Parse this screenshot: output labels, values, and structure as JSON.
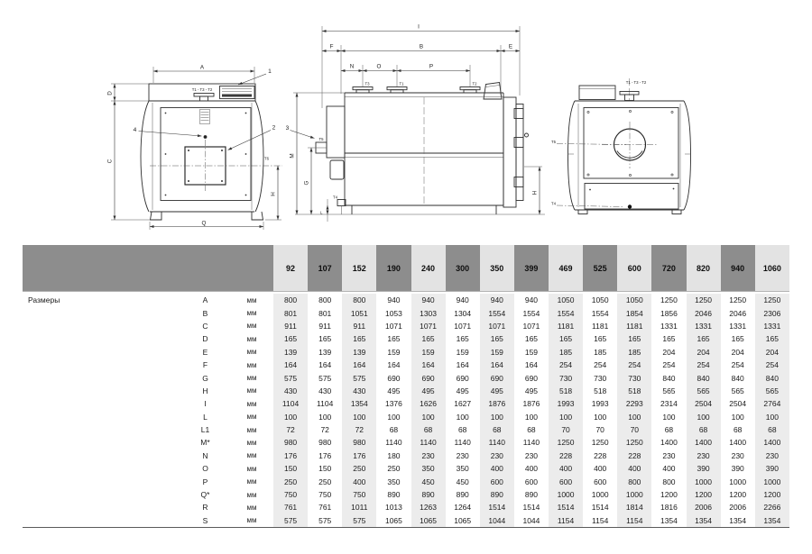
{
  "drawings": {
    "front": {
      "dim_a": "A",
      "callout_1": "1",
      "t_top": "T1 - T3 - T2",
      "dim_d": "D",
      "dim_c": "C",
      "callout_4": "4",
      "callout_2": "2",
      "t6": "T6",
      "dim_h": "H",
      "dim_q": "Q"
    },
    "side": {
      "dim_i": "I",
      "dim_f": "F",
      "dim_b": "B",
      "dim_e": "E",
      "dim_n": "N",
      "dim_o": "O",
      "dim_p": "P",
      "t3": "T3",
      "t1": "T1",
      "t2": "T2",
      "callout_3": "3",
      "t5": "T5",
      "dim_m": "M",
      "dim_g": "G",
      "t4": "T4",
      "dim_l": "L",
      "dim_h": "H"
    },
    "rear": {
      "t_top": "T1 - T3 - T2",
      "t5": "T5",
      "t4": "T4"
    }
  },
  "table": {
    "row_group_label": "Размеры",
    "unit": "мм",
    "columns": [
      "92",
      "107",
      "152",
      "190",
      "240",
      "300",
      "350",
      "399",
      "469",
      "525",
      "600",
      "720",
      "820",
      "940",
      "1060"
    ],
    "rows": [
      {
        "dim": "A",
        "values": [
          800,
          800,
          800,
          940,
          940,
          940,
          940,
          940,
          1050,
          1050,
          1050,
          1250,
          1250,
          1250,
          1250
        ]
      },
      {
        "dim": "B",
        "values": [
          801,
          801,
          1051,
          1053,
          1303,
          1304,
          1554,
          1554,
          1554,
          1554,
          1854,
          1856,
          2046,
          2046,
          2306
        ]
      },
      {
        "dim": "C",
        "values": [
          911,
          911,
          911,
          1071,
          1071,
          1071,
          1071,
          1071,
          1181,
          1181,
          1181,
          1331,
          1331,
          1331,
          1331
        ]
      },
      {
        "dim": "D",
        "values": [
          165,
          165,
          165,
          165,
          165,
          165,
          165,
          165,
          165,
          165,
          165,
          165,
          165,
          165,
          165
        ]
      },
      {
        "dim": "E",
        "values": [
          139,
          139,
          139,
          159,
          159,
          159,
          159,
          159,
          185,
          185,
          185,
          204,
          204,
          204,
          204
        ]
      },
      {
        "dim": "F",
        "values": [
          164,
          164,
          164,
          164,
          164,
          164,
          164,
          164,
          254,
          254,
          254,
          254,
          254,
          254,
          254
        ]
      },
      {
        "dim": "G",
        "values": [
          575,
          575,
          575,
          690,
          690,
          690,
          690,
          690,
          730,
          730,
          730,
          840,
          840,
          840,
          840
        ]
      },
      {
        "dim": "H",
        "values": [
          430,
          430,
          430,
          495,
          495,
          495,
          495,
          495,
          518,
          518,
          518,
          565,
          565,
          565,
          565
        ]
      },
      {
        "dim": "I",
        "values": [
          1104,
          1104,
          1354,
          1376,
          1626,
          1627,
          1876,
          1876,
          1993,
          1993,
          2293,
          2314,
          2504,
          2504,
          2764
        ]
      },
      {
        "dim": "L",
        "values": [
          100,
          100,
          100,
          100,
          100,
          100,
          100,
          100,
          100,
          100,
          100,
          100,
          100,
          100,
          100
        ]
      },
      {
        "dim": "L1",
        "values": [
          72,
          72,
          72,
          68,
          68,
          68,
          68,
          68,
          70,
          70,
          70,
          68,
          68,
          68,
          68
        ]
      },
      {
        "dim": "M*",
        "values": [
          980,
          980,
          980,
          1140,
          1140,
          1140,
          1140,
          1140,
          1250,
          1250,
          1250,
          1400,
          1400,
          1400,
          1400
        ]
      },
      {
        "dim": "N",
        "values": [
          176,
          176,
          176,
          180,
          230,
          230,
          230,
          230,
          228,
          228,
          228,
          230,
          230,
          230,
          230
        ]
      },
      {
        "dim": "O",
        "values": [
          150,
          150,
          250,
          250,
          350,
          350,
          400,
          400,
          400,
          400,
          400,
          400,
          390,
          390,
          390
        ]
      },
      {
        "dim": "P",
        "values": [
          250,
          250,
          400,
          350,
          450,
          450,
          600,
          600,
          600,
          600,
          800,
          800,
          1000,
          1000,
          1000
        ]
      },
      {
        "dim": "Q*",
        "values": [
          750,
          750,
          750,
          890,
          890,
          890,
          890,
          890,
          1000,
          1000,
          1000,
          1200,
          1200,
          1200,
          1200
        ]
      },
      {
        "dim": "R",
        "values": [
          761,
          761,
          1011,
          1013,
          1263,
          1264,
          1514,
          1514,
          1514,
          1514,
          1814,
          1816,
          2006,
          2006,
          2266
        ]
      },
      {
        "dim": "S",
        "values": [
          575,
          575,
          575,
          1065,
          1065,
          1065,
          1044,
          1044,
          1154,
          1154,
          1154,
          1354,
          1354,
          1354,
          1354
        ]
      }
    ]
  }
}
